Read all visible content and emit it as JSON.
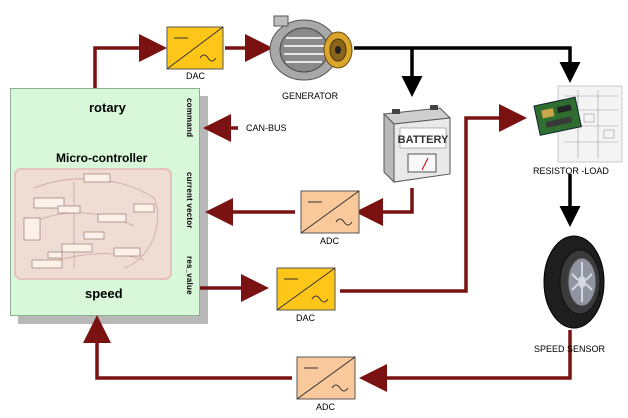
{
  "microcontroller": {
    "rotary_label": "rotary",
    "title": "Micro-controller",
    "speed_label": "speed",
    "port_command": "command",
    "port_current_vector": "current vector",
    "port_res_value": "res_value"
  },
  "converters": {
    "dac_top": "DAC",
    "adc_middle": "ADC",
    "dac_bottom": "DAC",
    "adc_bottom": "ADC"
  },
  "components": {
    "generator": "GENERATOR",
    "battery_text": "BATTERY",
    "resistor_load": "RESISTOR -LOAD",
    "speed_sensor": "SPEED SENSOR",
    "can_bus": "CAN-BUS"
  },
  "colors": {
    "signal_arrow": "#7a1212",
    "power_arrow": "#000000",
    "converter_yellow": "#ffc61a",
    "converter_peach": "#f9c99b",
    "mc_fill": "#d9f7d9"
  }
}
